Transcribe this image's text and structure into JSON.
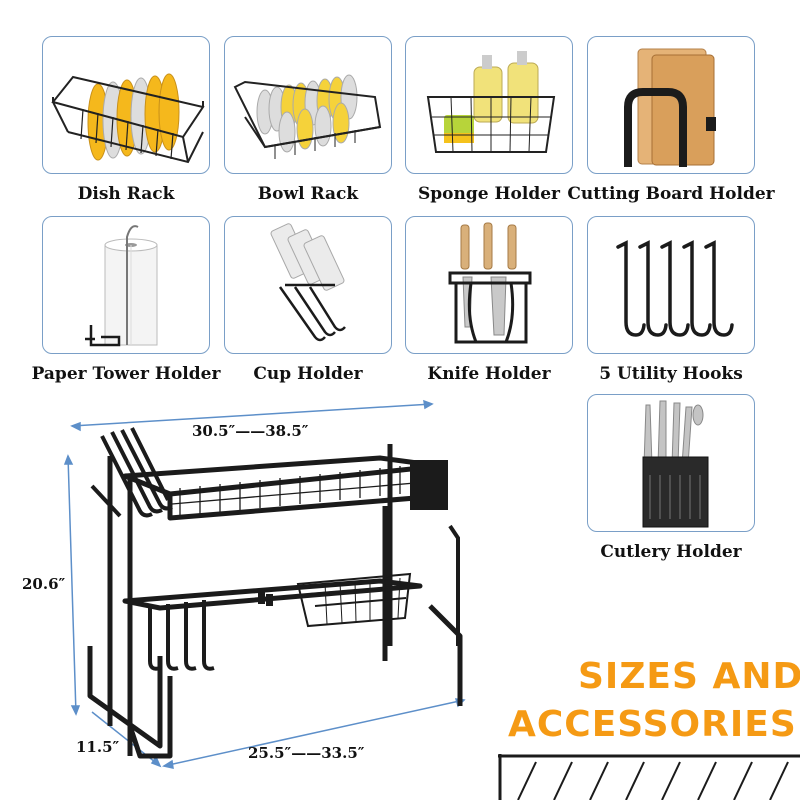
{
  "accessories": [
    {
      "name": "Dish Rack"
    },
    {
      "name": "Bowl Rack"
    },
    {
      "name": "Sponge Holder"
    },
    {
      "name": "Cutting Board Holder"
    },
    {
      "name": "Paper Tower Holder"
    },
    {
      "name": "Cup Holder"
    },
    {
      "name": "Knife Holder"
    },
    {
      "name": "5 Utility Hooks"
    },
    {
      "name": "Cutlery Holder"
    }
  ],
  "dimensions": {
    "width": "30.5″——38.5″",
    "height": "20.6″",
    "depth": "11.5″",
    "inner_width": "25.5″——33.5″"
  },
  "headline": {
    "line1": "SIZES AND",
    "line2": "ACCESSORIES"
  },
  "colors": {
    "card_border": "#7a9fc7",
    "accent_orange": "#f59a14",
    "plate_yellow": "#f5b81c",
    "dimension_line": "#5d8fc9",
    "rack_black": "#1b1b1b"
  }
}
